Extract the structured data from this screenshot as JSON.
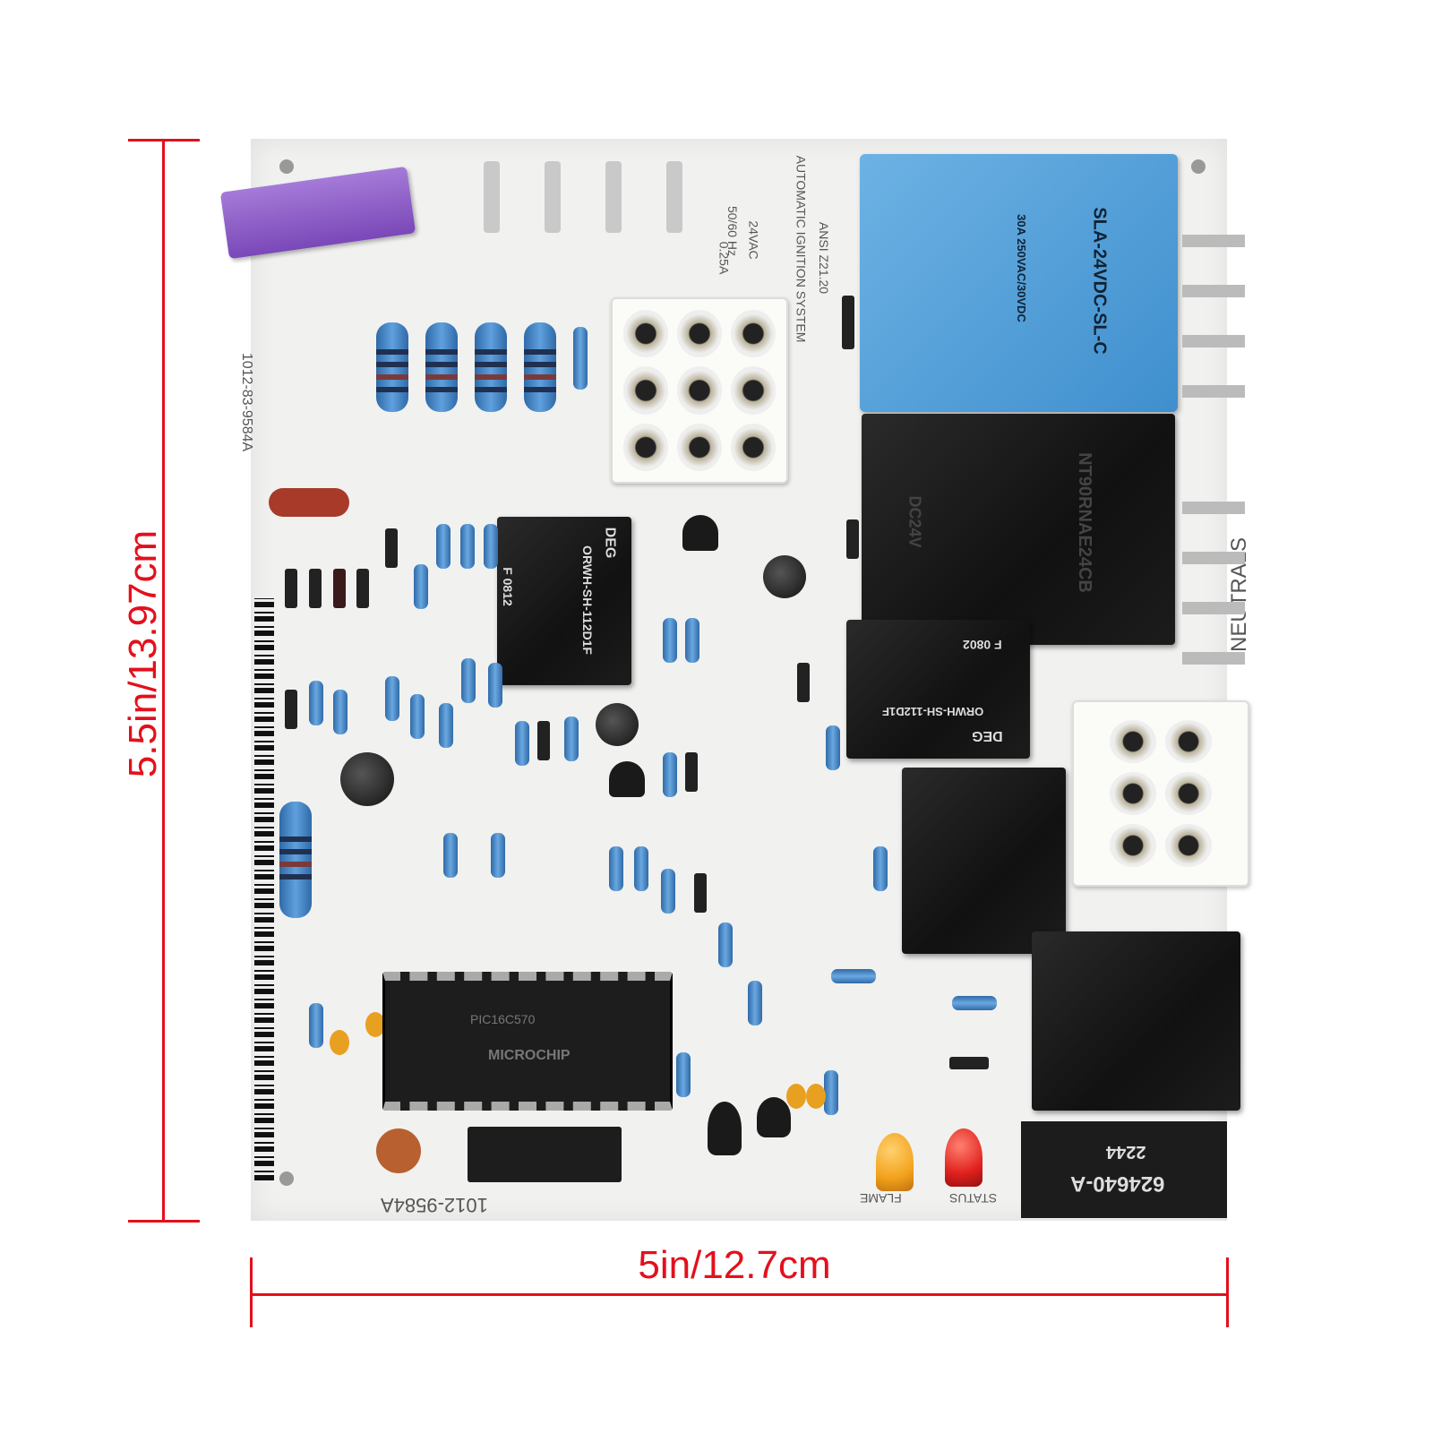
{
  "dimensions": {
    "height_label": "5.5in/13.97cm",
    "width_label": "5in/12.7cm",
    "line_color": "#e3101c"
  },
  "board": {
    "part_number": "1012-9584A",
    "side_part_number": "1012-83-9584A",
    "standard": "ANSI Z21.20",
    "system": "AUTOMATIC IGNITION SYSTEM",
    "rating_voltage": "24VAC",
    "rating_freq": "50/60 Hz",
    "rating_current": "0.25A",
    "neutrals_label": "NEUTRALS",
    "status_label": "STATUS",
    "flame_label": "FLAME",
    "label_sticker_code": "624640-A",
    "label_sticker_date": "2244",
    "components": {
      "blue_relay": "SLA-24VDC-SL-C",
      "blue_relay_rating": "30A 250VAC/30VDC",
      "large_relay": "NT90RNAE24CB",
      "large_relay_coil": "DC24V",
      "deg_relay_1": "ORWH-SH-112D1F",
      "deg_relay_1_brand": "DEG",
      "deg_relay_1_code": "F 0812",
      "deg_relay_2": "ORWH-SH-112D1F",
      "deg_relay_2_brand": "DEG",
      "deg_relay_2_code": "F 0802",
      "microcontroller": "PIC16C570",
      "microcontroller_brand": "MICROCHIP"
    },
    "colors": {
      "board": "#f1f1f0",
      "fuse": "#8e5bc9",
      "blue_relay": "#4f9ed8",
      "led_status": "#e0201c",
      "led_flame": "#f2a21a"
    }
  }
}
